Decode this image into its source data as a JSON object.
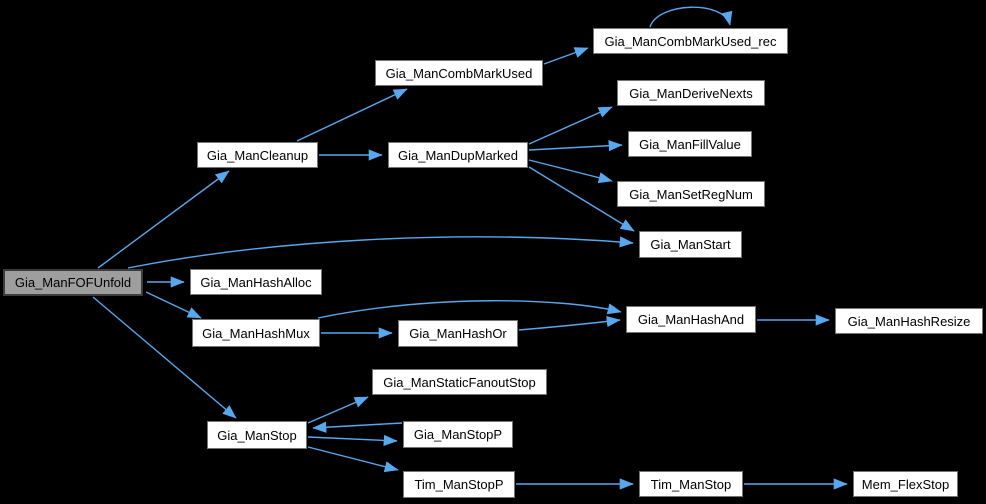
{
  "graph": {
    "type": "call-graph",
    "colors": {
      "bg": "#000000",
      "edge": "#57A8EE",
      "node_fill": "#ffffff",
      "node_border": "#747474",
      "root_fill": "#9e9e9e",
      "root_border": "#3c3c3c",
      "text": "#000000"
    },
    "nodes": {
      "fofunfold": {
        "label": "Gia_ManFOFUnfold",
        "role": "root"
      },
      "cleanup": {
        "label": "Gia_ManCleanup"
      },
      "combmarkused": {
        "label": "Gia_ManCombMarkUsed"
      },
      "combmarkusedrec": {
        "label": "Gia_ManCombMarkUsed_rec"
      },
      "dupmarked": {
        "label": "Gia_ManDupMarked"
      },
      "derivenexts": {
        "label": "Gia_ManDeriveNexts"
      },
      "fillvalue": {
        "label": "Gia_ManFillValue"
      },
      "setregnum": {
        "label": "Gia_ManSetRegNum"
      },
      "start": {
        "label": "Gia_ManStart"
      },
      "hashalloc": {
        "label": "Gia_ManHashAlloc"
      },
      "hashmux": {
        "label": "Gia_ManHashMux"
      },
      "hashor": {
        "label": "Gia_ManHashOr"
      },
      "hashand": {
        "label": "Gia_ManHashAnd"
      },
      "hashresize": {
        "label": "Gia_ManHashResize"
      },
      "stop": {
        "label": "Gia_ManStop"
      },
      "staticfanoutstop": {
        "label": "Gia_ManStaticFanoutStop"
      },
      "stopp": {
        "label": "Gia_ManStopP"
      },
      "timstopp": {
        "label": "Tim_ManStopP"
      },
      "timstop": {
        "label": "Tim_ManStop"
      },
      "memflexstop": {
        "label": "Mem_FlexStop"
      }
    },
    "edges": [
      {
        "from": "Gia_ManFOFUnfold",
        "to": "Gia_ManCleanup"
      },
      {
        "from": "Gia_ManFOFUnfold",
        "to": "Gia_ManStart"
      },
      {
        "from": "Gia_ManFOFUnfold",
        "to": "Gia_ManHashAlloc"
      },
      {
        "from": "Gia_ManFOFUnfold",
        "to": "Gia_ManHashMux"
      },
      {
        "from": "Gia_ManFOFUnfold",
        "to": "Gia_ManStop"
      },
      {
        "from": "Gia_ManCleanup",
        "to": "Gia_ManCombMarkUsed"
      },
      {
        "from": "Gia_ManCleanup",
        "to": "Gia_ManDupMarked"
      },
      {
        "from": "Gia_ManCombMarkUsed",
        "to": "Gia_ManCombMarkUsed_rec"
      },
      {
        "from": "Gia_ManCombMarkUsed_rec",
        "to": "Gia_ManCombMarkUsed_rec"
      },
      {
        "from": "Gia_ManDupMarked",
        "to": "Gia_ManDeriveNexts"
      },
      {
        "from": "Gia_ManDupMarked",
        "to": "Gia_ManFillValue"
      },
      {
        "from": "Gia_ManDupMarked",
        "to": "Gia_ManSetRegNum"
      },
      {
        "from": "Gia_ManDupMarked",
        "to": "Gia_ManStart"
      },
      {
        "from": "Gia_ManHashMux",
        "to": "Gia_ManHashOr"
      },
      {
        "from": "Gia_ManHashMux",
        "to": "Gia_ManHashAnd"
      },
      {
        "from": "Gia_ManHashOr",
        "to": "Gia_ManHashAnd"
      },
      {
        "from": "Gia_ManHashAnd",
        "to": "Gia_ManHashResize"
      },
      {
        "from": "Gia_ManStop",
        "to": "Gia_ManStaticFanoutStop"
      },
      {
        "from": "Gia_ManStop",
        "to": "Gia_ManStopP"
      },
      {
        "from": "Gia_ManStopP",
        "to": "Gia_ManStop"
      },
      {
        "from": "Gia_ManStop",
        "to": "Tim_ManStopP"
      },
      {
        "from": "Tim_ManStopP",
        "to": "Tim_ManStop"
      },
      {
        "from": "Tim_ManStop",
        "to": "Mem_FlexStop"
      }
    ]
  }
}
